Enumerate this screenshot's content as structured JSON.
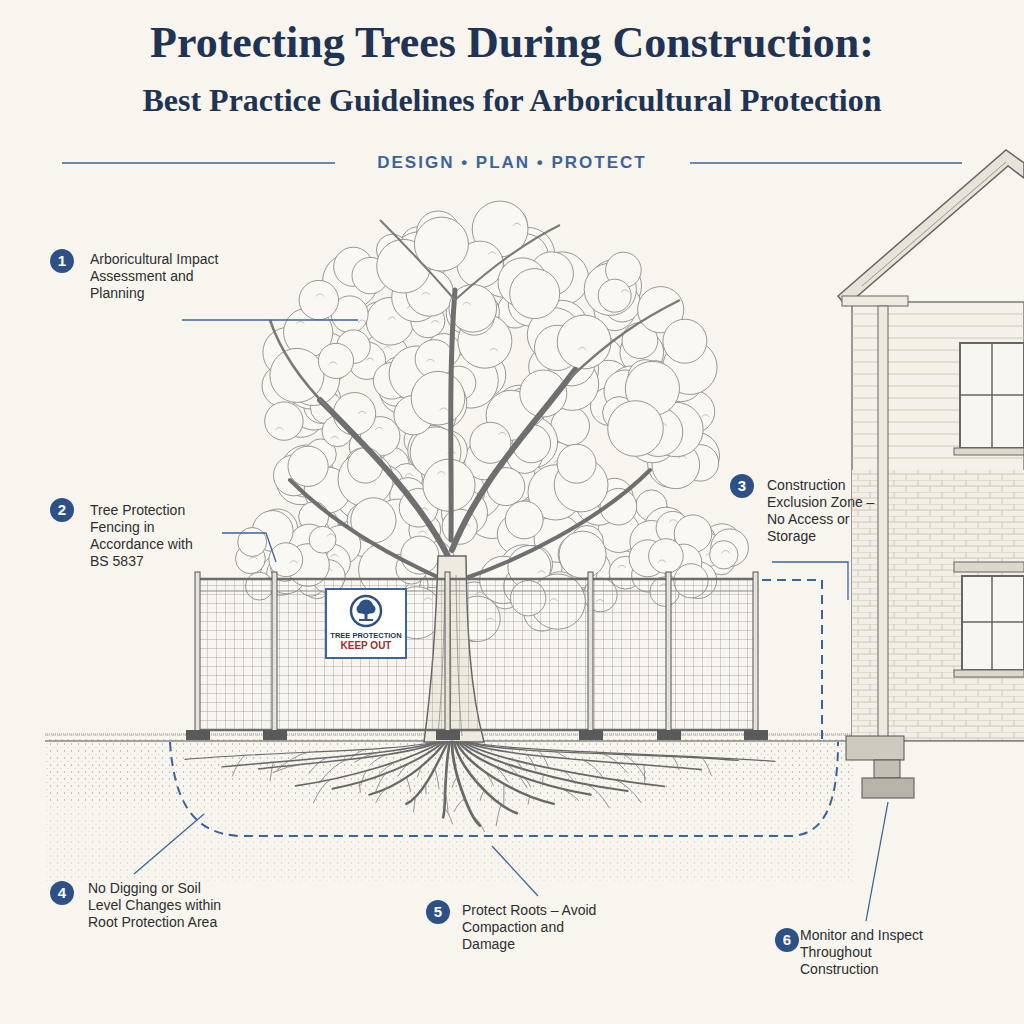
{
  "diagram": {
    "title": "Protecting Trees During Construction:",
    "nodes": [
      {
        "text": [
          "TREE PROTECTION",
          "KEEP OUT"
        ]
      }
    ],
    "labels": [
      "Best Practice Guidelines for Arboricultural Protection",
      "DESIGN • PLAN • PROTECT",
      "1",
      "Arboricultural Impact Assessment and Planning",
      "2",
      "Tree Protection Fencing in Accordance with BS 5837",
      "3",
      "Construction Exclusion Zone – No Access or Storage",
      "4",
      "No Digging or Soil Level Changes within Root Protection Area",
      "5",
      "Protect Roots – Avoid Compaction and Damage",
      "6",
      "Monitor and Inspect Throughout Construction"
    ]
  }
}
